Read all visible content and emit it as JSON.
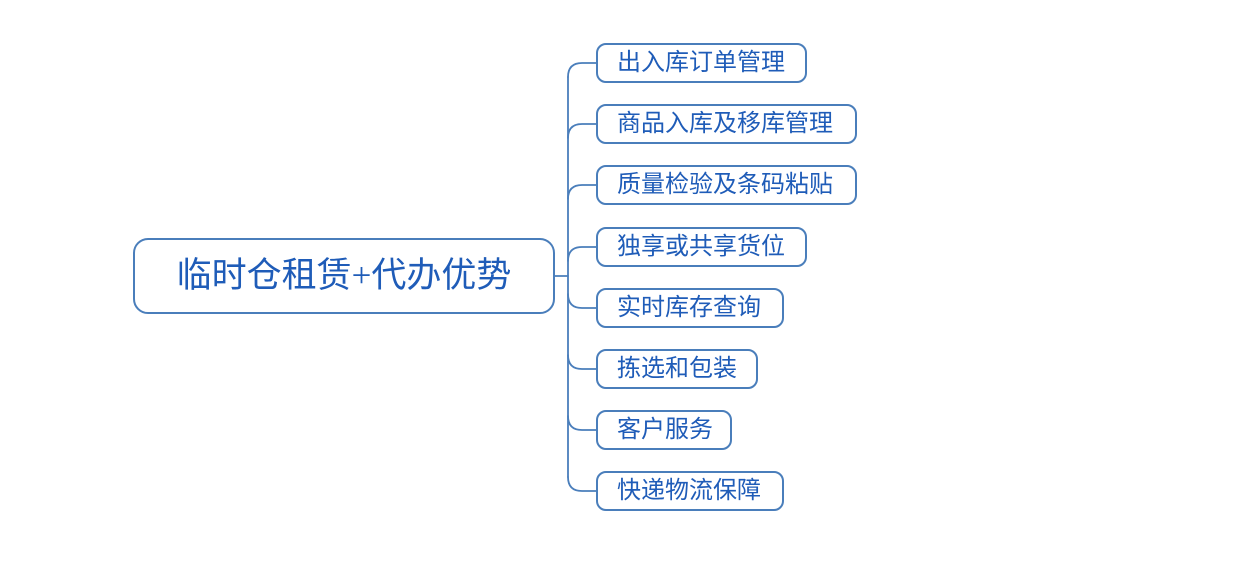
{
  "diagram": {
    "type": "mindmap",
    "root": {
      "label": "临时仓租赁+代办优势"
    },
    "children": [
      {
        "label": "出入库订单管理"
      },
      {
        "label": "商品入库及移库管理"
      },
      {
        "label": "质量检验及条码粘贴"
      },
      {
        "label": "独享或共享货位"
      },
      {
        "label": "实时库存查询"
      },
      {
        "label": "拣选和包装"
      },
      {
        "label": "客户服务"
      },
      {
        "label": "快递物流保障"
      }
    ],
    "colors": {
      "border": "#4a7ebb",
      "line": "#4a7ebb",
      "text": "#1f5cb8",
      "background": "#ffffff"
    }
  }
}
